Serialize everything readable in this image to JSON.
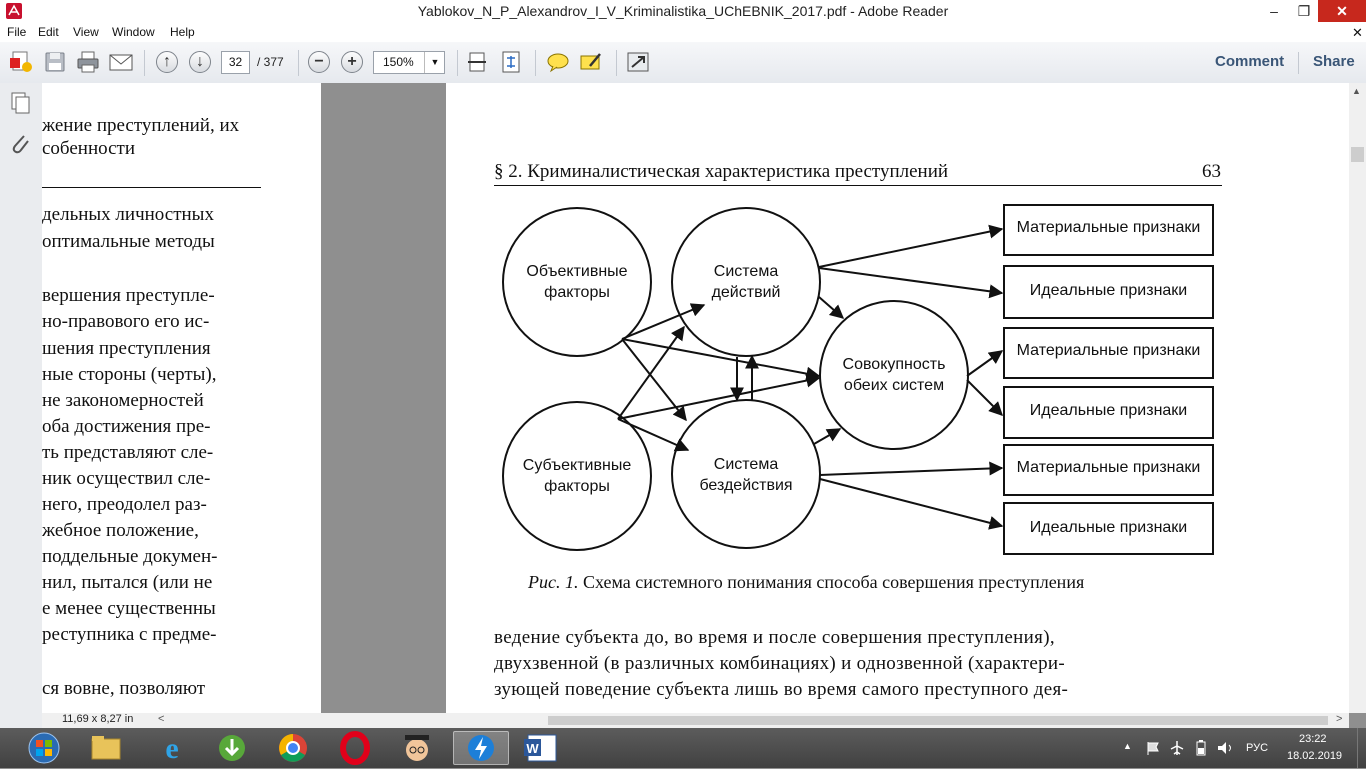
{
  "window": {
    "title": "Yablokov_N_P_Alexandrov_I_V_Kriminalistika_UChEBNIK_2017.pdf - Adobe Reader"
  },
  "menu": [
    "File",
    "Edit",
    "View",
    "Window",
    "Help"
  ],
  "toolbar": {
    "page_current": "32",
    "page_total": "/ 377",
    "zoom": "150%",
    "comment_label": "Comment",
    "share_label": "Share"
  },
  "left_page": {
    "lines": [
      "жение преступлений, их",
      "собенности",
      "дельных личностных",
      "оптимальные методы",
      "вершения преступле-",
      "но-правового его ис-",
      "шения преступления",
      "ные стороны (черты),",
      "не закономерностей",
      "оба достижения пре-",
      "ть представляют сле-",
      "ник осуществил сле-",
      "него, преодолел раз-",
      "жебное положение,",
      "поддельные докумен-",
      "нил, пытался (или не",
      "е менее существенны",
      "реступника с предме-",
      "ся вовне, позволяют"
    ]
  },
  "right_page": {
    "header": "§ 2. Криминалистическая характеристика преступлений",
    "page_number": "63",
    "figure": {
      "circles": {
        "objective": [
          "Объективные",
          "факторы"
        ],
        "subjective": [
          "Субъективные",
          "факторы"
        ],
        "actions": [
          "Система",
          "действий"
        ],
        "inaction": [
          "Система",
          "бездействия"
        ],
        "combined": [
          "Совокупность",
          "обеих систем"
        ]
      },
      "boxes": [
        "Материальные признаки",
        "Идеальные признаки",
        "Материальные признаки",
        "Идеальные признаки",
        "Материальные признаки",
        "Идеальные признаки"
      ],
      "caption_prefix": "Рис. 1.",
      "caption_text": "Схема системного понимания способа совершения преступления"
    },
    "body_lines": [
      "ведение субъекта до, во время и после совершения преступления),",
      "двухзвенной (в различных комбинациях) и однозвенной (характери-",
      "зующей поведение субъекта лишь во время самого преступного дея-"
    ]
  },
  "status": {
    "page_size": "11,69 x 8,27 in"
  },
  "tray": {
    "language": "РУС",
    "time": "23:22",
    "date": "18.02.2019"
  }
}
